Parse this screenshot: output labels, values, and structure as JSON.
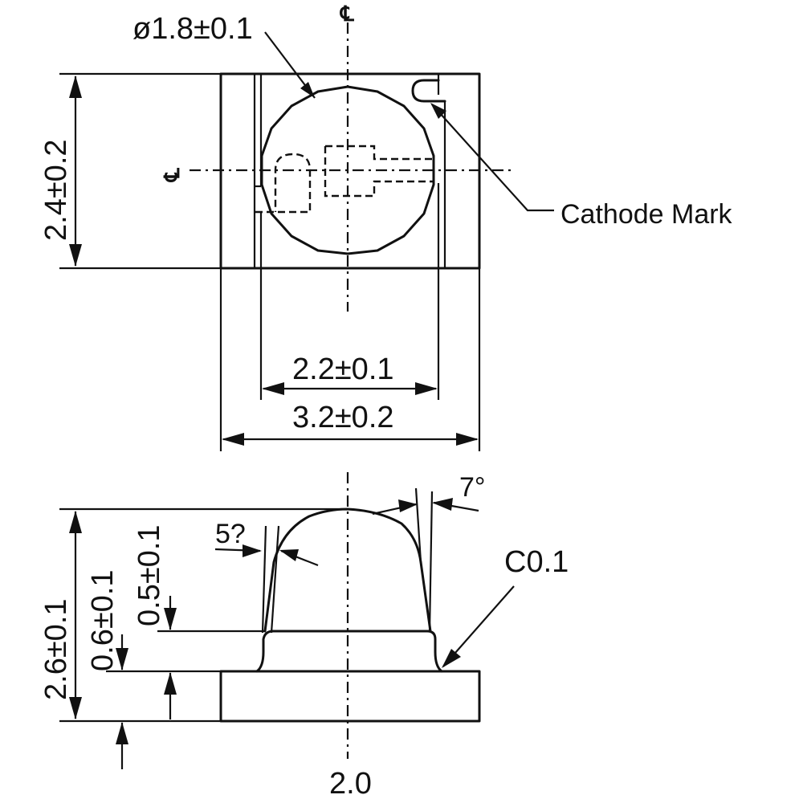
{
  "top_view": {
    "diameter_label": "ø1.8±0.1",
    "height_label": "2.4±0.2",
    "inner_width_label": "2.2±0.1",
    "outer_width_label": "3.2±0.2",
    "cathode_label": "Cathode Mark",
    "centerline_v_symbol": "℄",
    "centerline_h_symbol": "℄"
  },
  "side_view": {
    "angle_left_label": "5?",
    "angle_right_label": "7°",
    "chamfer_label": "C0.1",
    "total_height_label": "2.6±0.1",
    "base_height_label": "0.6±0.1",
    "step_height_label": "0.5±0.1",
    "bottom_label": "2.0"
  }
}
